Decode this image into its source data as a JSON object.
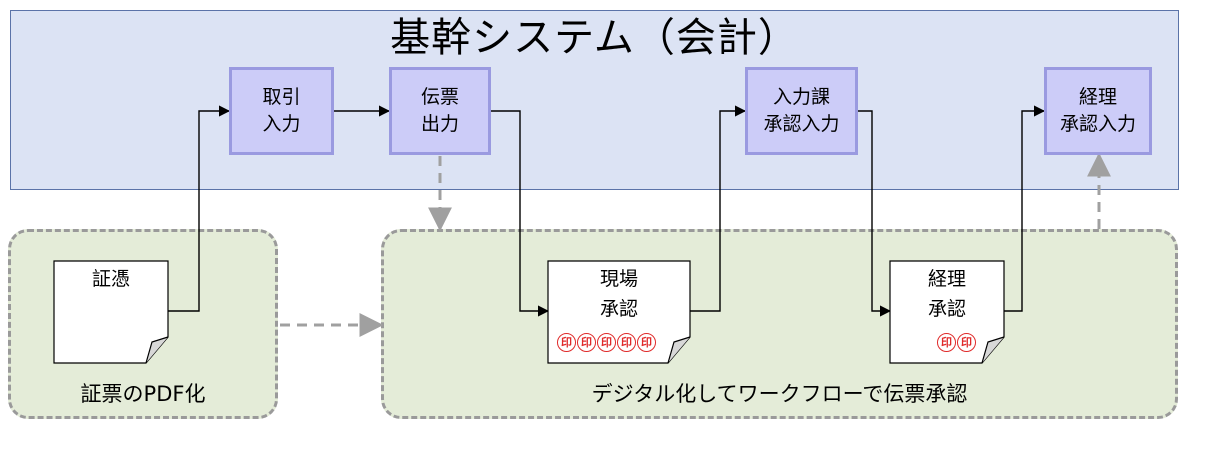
{
  "system": {
    "title": "基幹システム（会計）"
  },
  "steps": [
    {
      "line1": "取引",
      "line2": "入力"
    },
    {
      "line1": "伝票",
      "line2": "出力"
    },
    {
      "line1": "入力課",
      "line2": "承認入力"
    },
    {
      "line1": "経理",
      "line2": "承認入力"
    }
  ],
  "zones": {
    "pdf": {
      "label": "証票のPDF化"
    },
    "workflow": {
      "label": "デジタル化してワークフローで伝票承認"
    }
  },
  "documents": {
    "voucher": {
      "line1": "証憑"
    },
    "site": {
      "line1": "現場",
      "line2": "承認",
      "stamp_count": 5,
      "stamp_glyph": "印"
    },
    "accounting": {
      "line1": "経理",
      "line2": "承認",
      "stamp_count": 2,
      "stamp_glyph": "印"
    }
  },
  "colors": {
    "system_bg": "#dce3f4",
    "step_fill": "#ccccf8",
    "zone_fill": "#e4ecd8",
    "stamp": "#e02a2a",
    "dashed_arrow": "#a0a0a0"
  }
}
